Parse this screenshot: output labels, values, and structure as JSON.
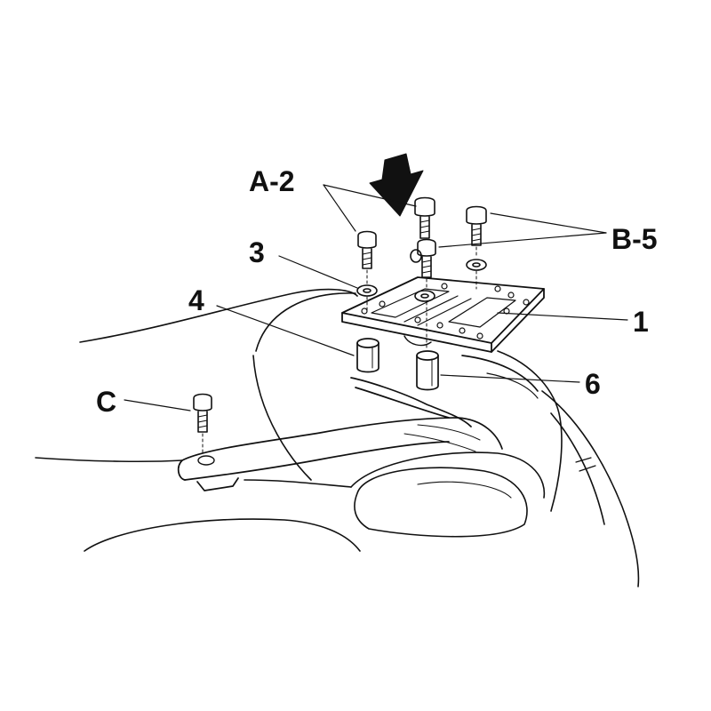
{
  "labels": {
    "a2": "A-2",
    "b5": "B-5",
    "three": "3",
    "four": "4",
    "one": "1",
    "six": "6",
    "c": "C"
  },
  "icons": [
    "down-arrow-icon"
  ],
  "colors": {
    "ink": "#111111",
    "background": "#ffffff"
  }
}
